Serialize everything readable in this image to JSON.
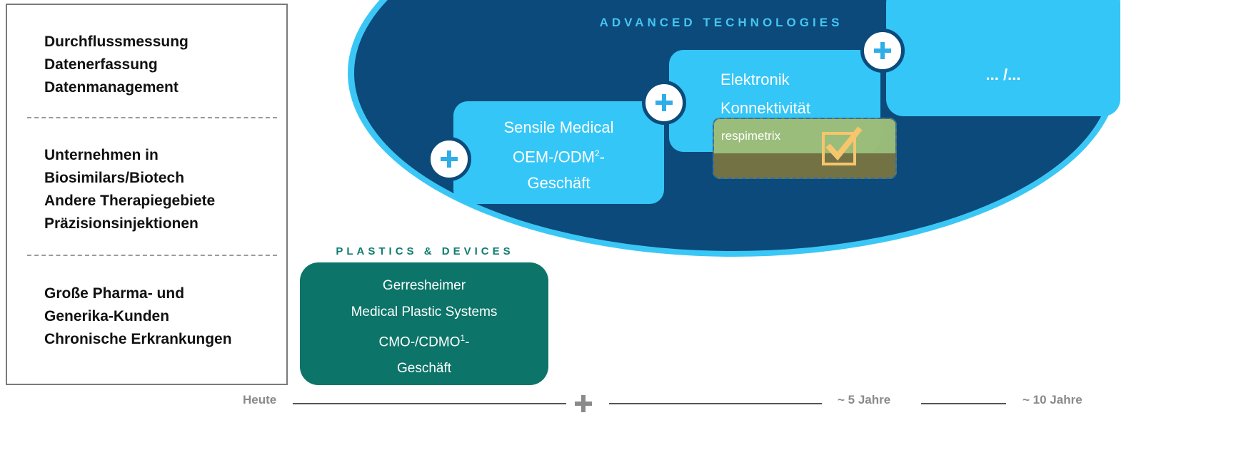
{
  "left_panel": {
    "groups": [
      [
        "Durchflussmessung",
        "Datenerfassung",
        "Datenmanagement"
      ],
      [
        "Unternehmen in",
        "Biosimilars/Biotech",
        "Andere Therapiegebiete",
        "Präzisionsinjektionen"
      ],
      [
        "Große Pharma- und",
        "Generika-Kunden",
        "Chronische Erkrankungen"
      ]
    ]
  },
  "advanced": {
    "title": "ADVANCED TECHNOLOGIES",
    "sensile": {
      "line1": "Sensile Medical",
      "line2_main": "OEM-/ODM",
      "line2_sup": "2",
      "line2_tail": "-",
      "line3": "Geschäft"
    },
    "elektronik": {
      "line1": "Elektronik",
      "line2": "Konnektivität"
    },
    "more": "... /...",
    "respimetrix": "respimetrix"
  },
  "plastics": {
    "title": "PLASTICS & DEVICES",
    "box": {
      "line1": "Gerresheimer",
      "line2": "Medical Plastic Systems",
      "line3_main": "CMO-/CDMO",
      "line3_sup": "1",
      "line3_tail": "-",
      "line4": "Geschäft"
    }
  },
  "timeline": {
    "start": "Heute",
    "mid": "~ 5 Jahre",
    "end": "~ 10 Jahre"
  },
  "colors": {
    "ellipse": "#0b4a7a",
    "ellipse_border": "#3bc7f5",
    "box_blue": "#34c6f7",
    "plastics_green": "#0c7468",
    "check": "#f7c56b"
  },
  "icons": [
    "plus-icon",
    "check-icon"
  ]
}
